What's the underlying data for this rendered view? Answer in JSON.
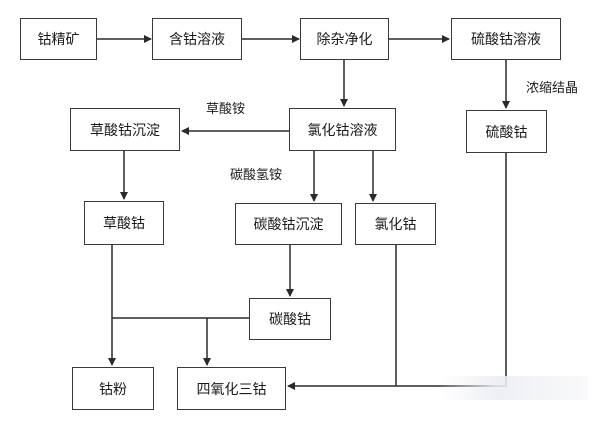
{
  "nodes": {
    "ore": "钴精矿",
    "cobalt_solution": "含钴溶液",
    "purification": "除杂净化",
    "sulfate_solution": "硫酸钴溶液",
    "cobalt_sulfate": "硫酸钴",
    "chloride_solution": "氯化钴溶液",
    "oxalate_precipitate": "草酸钴沉淀",
    "cobalt_oxalate": "草酸钴",
    "carbonate_precipitate": "碳酸钴沉淀",
    "cobalt_chloride": "氯化钴",
    "cobalt_carbonate": "碳酸钴",
    "cobalt_powder": "钴粉",
    "tricobalt_tetroxide": "四氧化三钴"
  },
  "labels": {
    "concentrate_crystallize": "浓缩结晶",
    "ammonium_oxalate": "草酸铵",
    "ammonium_bicarbonate": "碳酸氢铵"
  }
}
